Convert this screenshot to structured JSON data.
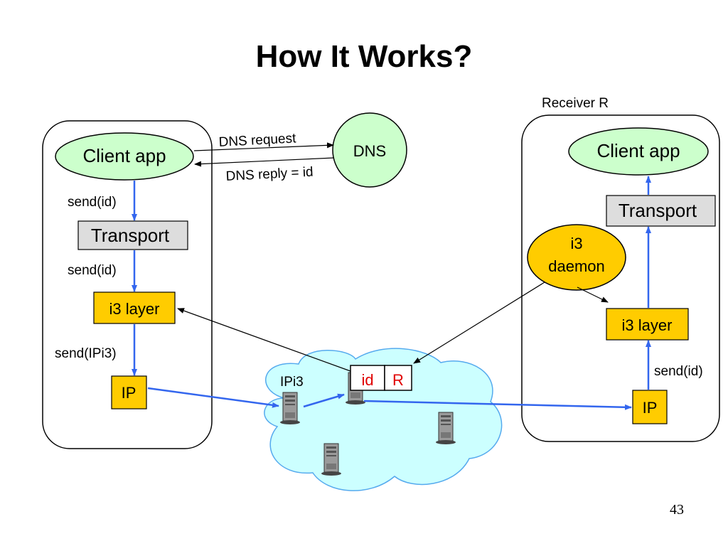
{
  "title": "How It Works?",
  "page_number": "43",
  "receiver_label": "Receiver R",
  "sender": {
    "client_app": "Client app",
    "transport": "Transport",
    "i3_layer": "i3 layer",
    "ip": "IP",
    "send1": "send(id)",
    "send2": "send(id)",
    "send3": "send(IPi3)"
  },
  "dns": {
    "label": "DNS",
    "request": "DNS request",
    "reply": "DNS reply = id"
  },
  "receiver": {
    "client_app": "Client app",
    "transport": "Transport",
    "i3_layer": "i3 layer",
    "ip": "IP",
    "send": "send(id)",
    "daemon_line1": "i3",
    "daemon_line2": "daemon"
  },
  "network": {
    "ipi3": "IPi3",
    "packet_id": "id",
    "packet_r": "R"
  },
  "colors": {
    "green_oval": "#ccffcc",
    "gold_box": "#ffcc00",
    "gray_box": "#dddddd",
    "cloud": "#ccffff",
    "blue_arrow": "#3366ee",
    "red_text": "#e00000"
  },
  "icons": [
    "server-icon"
  ]
}
